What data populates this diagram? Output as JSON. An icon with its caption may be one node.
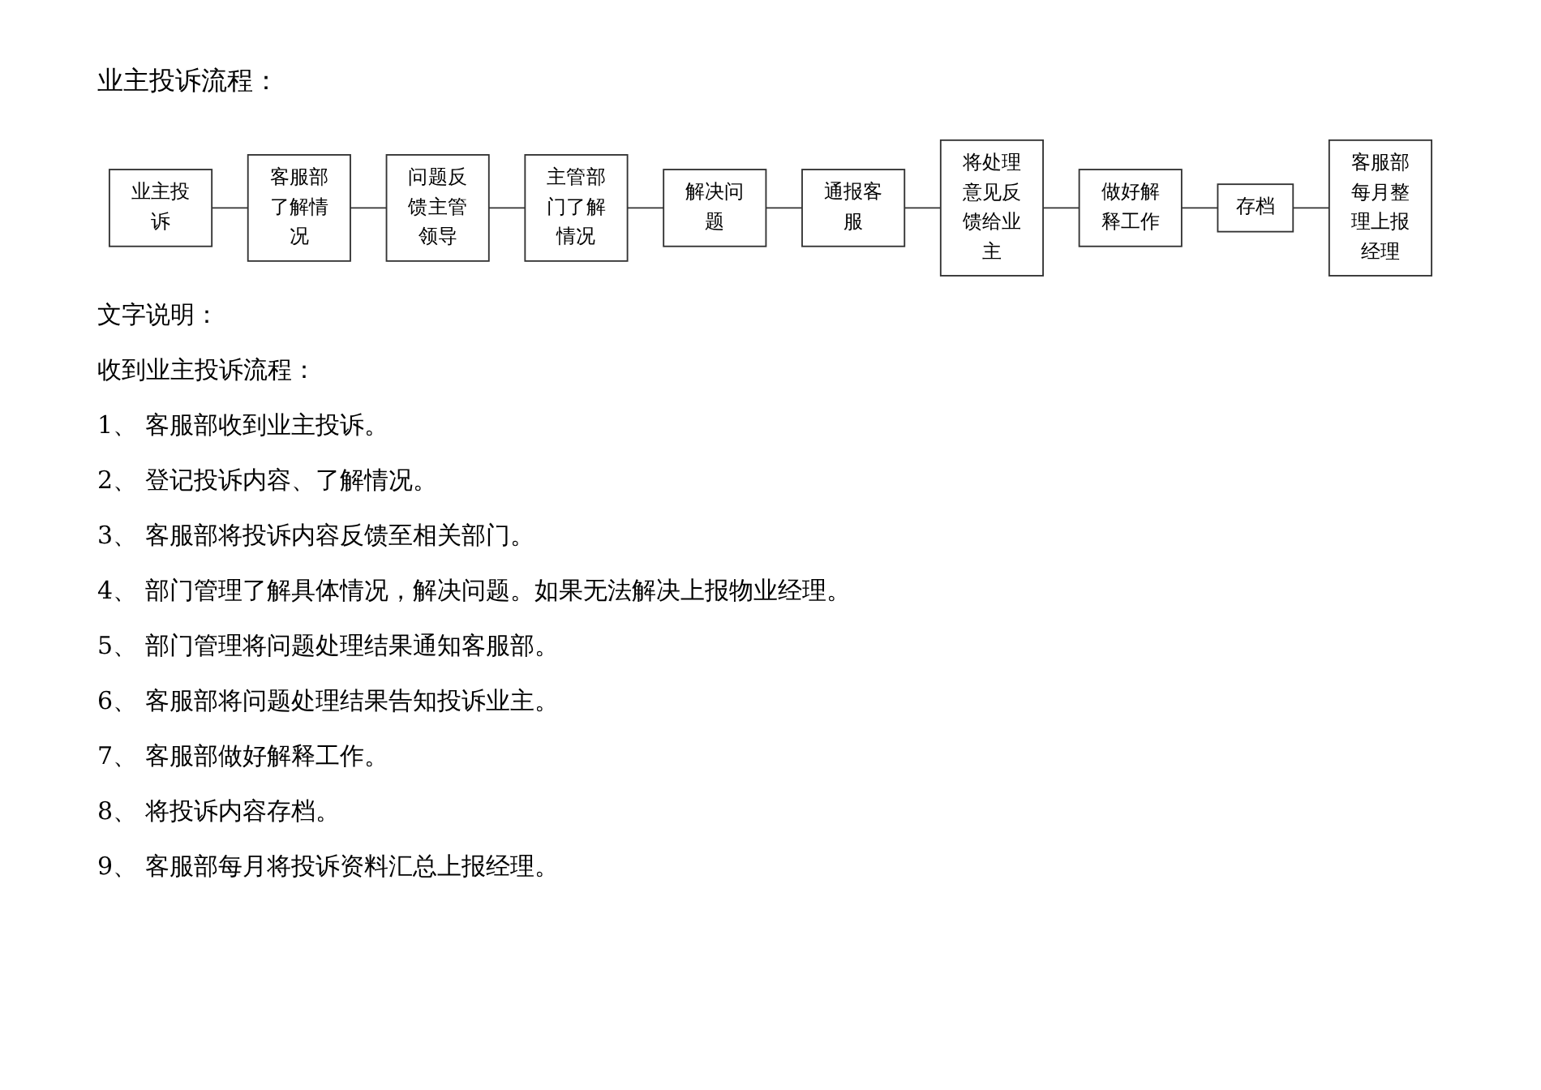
{
  "diagram": {
    "title": "业主投诉流程：",
    "nodes": [
      {
        "text": [
          "业主投诉"
        ]
      },
      {
        "text": [
          "客服部了解情况"
        ]
      },
      {
        "text": [
          "问题反馈主管领导"
        ]
      },
      {
        "text": [
          "主管部门了解情况"
        ]
      },
      {
        "text": [
          "解决问题"
        ]
      },
      {
        "text": [
          "通报客服"
        ]
      },
      {
        "text": [
          "将处理意见反馈给业主"
        ]
      },
      {
        "text": [
          "做好解释工作"
        ]
      },
      {
        "text": [
          "存档"
        ]
      },
      {
        "text": [
          "客服部每月整理上报经理"
        ]
      }
    ],
    "edges": [
      {
        "from": 0,
        "to": 1,
        "arrow": "none"
      },
      {
        "from": 1,
        "to": 2,
        "arrow": "none"
      },
      {
        "from": 2,
        "to": 3,
        "arrow": "none"
      },
      {
        "from": 3,
        "to": 4,
        "arrow": "none"
      },
      {
        "from": 4,
        "to": 5,
        "arrow": "none"
      },
      {
        "from": 5,
        "to": 6,
        "arrow": "none"
      },
      {
        "from": 6,
        "to": 7,
        "arrow": "none"
      },
      {
        "from": 7,
        "to": 8,
        "arrow": "none"
      },
      {
        "from": 8,
        "to": 9,
        "arrow": "none"
      }
    ],
    "labels": [
      "文字说明：",
      "收到业主投诉流程：",
      "1、 客服部收到业主投诉。",
      "2、 登记投诉内容、了解情况。",
      "3、 客服部将投诉内容反馈至相关部门。",
      "4、 部门管理了解具体情况，解决问题。如果无法解决上报物业经理。",
      "5、 部门管理将问题处理结果通知客服部。",
      "6、 客服部将问题处理结果告知投诉业主。",
      "7、 客服部做好解释工作。",
      "8、 将投诉内容存档。",
      "9、 客服部每月将投诉资料汇总上报经理。"
    ]
  }
}
